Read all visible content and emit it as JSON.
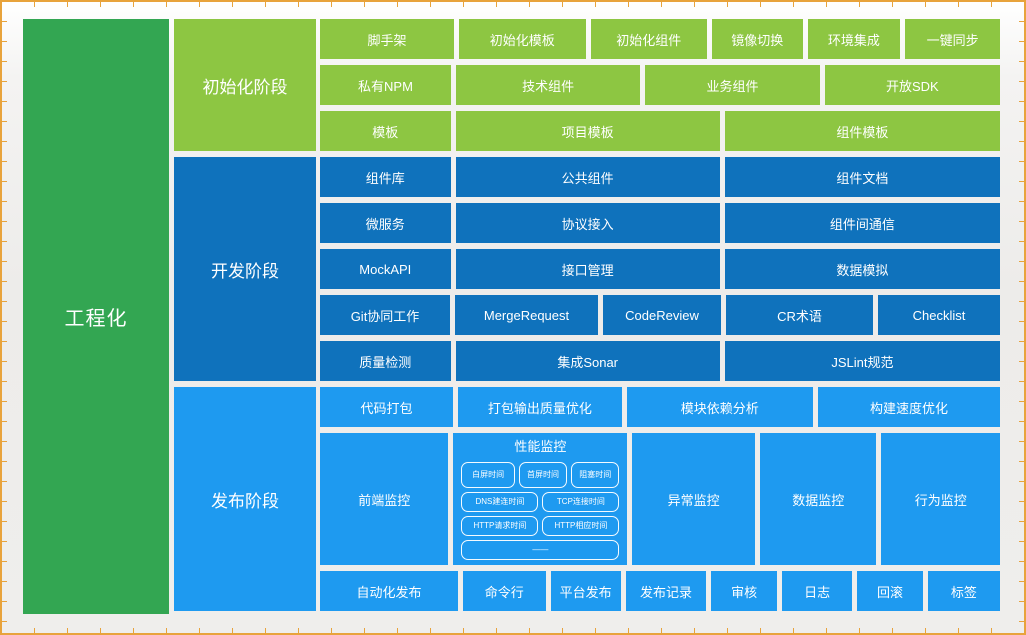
{
  "colors": {
    "gold": "#E8A33C",
    "dark-green": "#33A652",
    "light-green": "#8DC642",
    "dark-blue": "#0F72BC",
    "light-blue": "#1E9AF0"
  },
  "root": {
    "label": "工程化"
  },
  "stages": [
    {
      "label": "初始化阶段"
    },
    {
      "label": "开发阶段"
    },
    {
      "label": "发布阶段"
    }
  ],
  "grid": {
    "rows": [
      {
        "cells": [
          {
            "label": "脚手架"
          },
          {
            "label": "初始化模板"
          },
          {
            "label": "初始化组件"
          },
          {
            "label": "镜像切换"
          },
          {
            "label": "环境集成"
          },
          {
            "label": "一键同步"
          }
        ]
      },
      {
        "cells": [
          {
            "label": "私有NPM"
          },
          {
            "label": "技术组件"
          },
          {
            "label": "业务组件"
          },
          {
            "label": "开放SDK"
          }
        ]
      },
      {
        "cells": [
          {
            "label": "模板"
          },
          {
            "label": "项目模板"
          },
          {
            "label": "组件模板"
          }
        ]
      },
      {
        "cells": [
          {
            "label": "组件库"
          },
          {
            "label": "公共组件"
          },
          {
            "label": "组件文档"
          }
        ]
      },
      {
        "cells": [
          {
            "label": "微服务"
          },
          {
            "label": "协议接入"
          },
          {
            "label": "组件间通信"
          }
        ]
      },
      {
        "cells": [
          {
            "label": "MockAPI"
          },
          {
            "label": "接口管理"
          },
          {
            "label": "数据模拟"
          }
        ]
      },
      {
        "cells": [
          {
            "label": "Git协同工作"
          },
          {
            "label": "MergeRequest"
          },
          {
            "label": "CodeReview"
          },
          {
            "label": "CR术语"
          },
          {
            "label": "Checklist"
          }
        ]
      },
      {
        "cells": [
          {
            "label": "质量检测"
          },
          {
            "label": "集成Sonar"
          },
          {
            "label": "JSLint规范"
          }
        ]
      },
      {
        "cells": [
          {
            "label": "代码打包"
          },
          {
            "label": "打包输出质量优化"
          },
          {
            "label": "模块依赖分析"
          },
          {
            "label": "构建速度优化"
          }
        ]
      },
      {
        "cells": [
          {
            "label": "前端监控"
          },
          {
            "label": "性能监控",
            "chips": [
              "白屏时间",
              "首屏时间",
              "阻塞时间",
              "DNS建连时间",
              "TCP连接时间",
              "HTTP请求时间",
              "HTTP相应时间",
              "——"
            ]
          },
          {
            "label": "异常监控"
          },
          {
            "label": "数据监控"
          },
          {
            "label": "行为监控"
          }
        ]
      },
      {
        "cells": [
          {
            "label": "自动化发布"
          },
          {
            "label": "命令行"
          },
          {
            "label": "平台发布"
          },
          {
            "label": "发布记录"
          },
          {
            "label": "审核"
          },
          {
            "label": "日志"
          },
          {
            "label": "回滚"
          },
          {
            "label": "标签"
          }
        ]
      }
    ]
  }
}
